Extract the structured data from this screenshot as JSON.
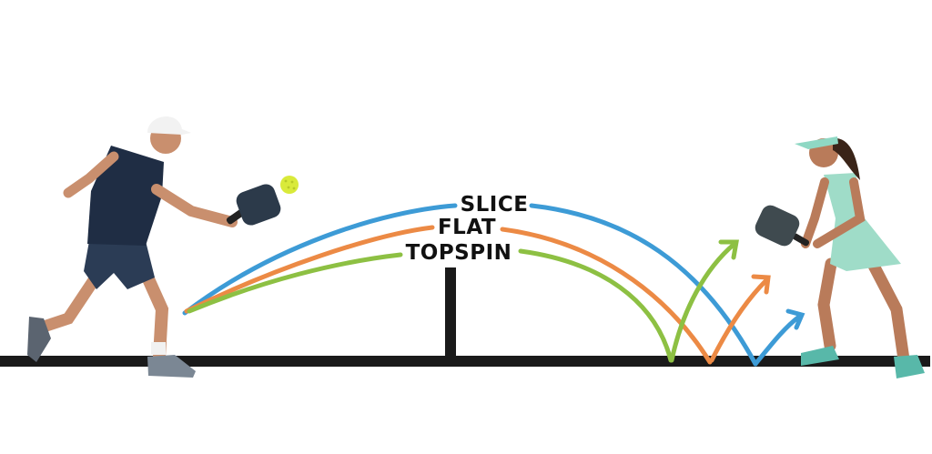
{
  "diagram": {
    "shots": [
      {
        "id": "slice",
        "label": "SLICE",
        "color": "#3d9bd6"
      },
      {
        "id": "flat",
        "label": "FLAT",
        "color": "#ec8a45"
      },
      {
        "id": "topspin",
        "label": "TOPSPIN",
        "color": "#8dc043"
      }
    ],
    "court_color": "#1a1a1a",
    "ball_color": "#d9ea3a",
    "left_player": {
      "name": "male-player",
      "shirt": "#1f2d44",
      "cap": "#f2f2f2",
      "paddle": "#2c3a4a"
    },
    "right_player": {
      "name": "female-player",
      "outfit": "#9fdcc8",
      "visor": "#8fd8c4",
      "paddle": "#3f4a4f"
    }
  }
}
